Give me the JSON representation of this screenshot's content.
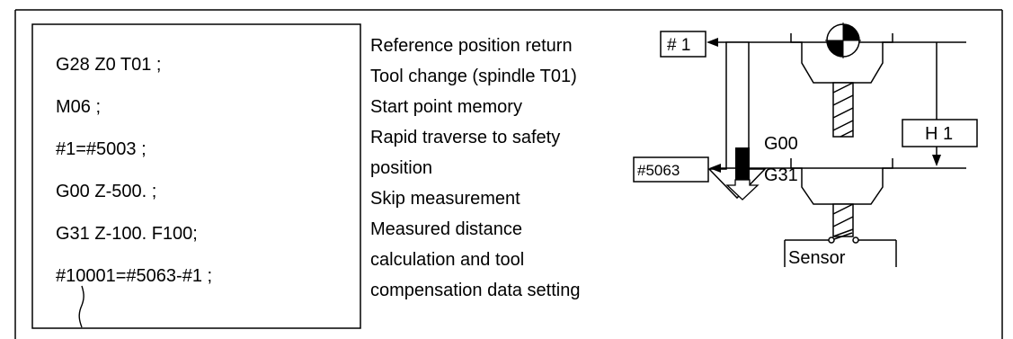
{
  "program": {
    "lines": [
      "G28 Z0 T01 ;",
      "M06 ;",
      "#1=#5003 ;",
      "G00 Z-500. ;",
      "G31 Z-100. F100;",
      "#10001=#5063-#1 ;"
    ]
  },
  "descriptions": [
    "Reference position return",
    "Tool change (spindle T01)",
    "Start point memory",
    "Rapid traverse to safety",
    "position",
    "Skip measurement",
    "Measured distance",
    "calculation and tool",
    "compensation data setting"
  ],
  "labels": {
    "var1": "# 1",
    "var5063": "#5063",
    "g00": "G00",
    "g31": "G31",
    "h1": "H 1",
    "sensor": "Sensor"
  }
}
